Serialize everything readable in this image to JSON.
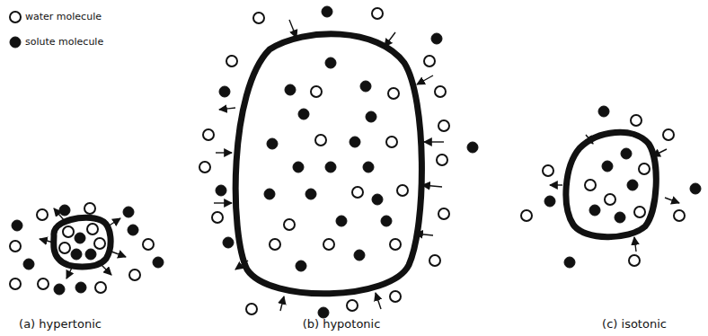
{
  "diagram": {
    "labels": [
      "(a) hypertonic",
      "(b) hypotonic",
      "(c) isotonic"
    ],
    "legend": [
      {
        "text": "water molecule"
      },
      {
        "text": "solute molecule"
      }
    ]
  }
}
